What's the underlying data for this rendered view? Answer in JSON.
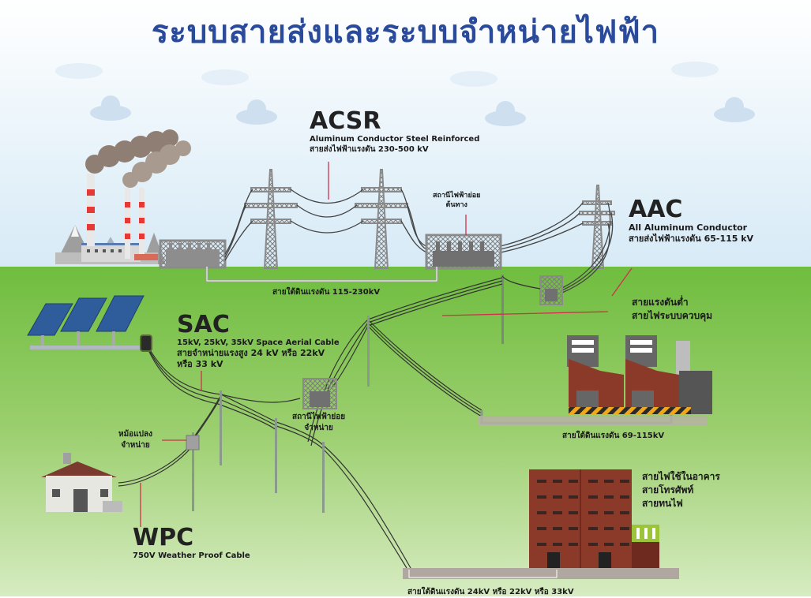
{
  "title": "ระบบสายส่งและระบบจำหน่ายไฟฟ้า",
  "acsr": {
    "code": "ACSR",
    "name": "Aluminum Conductor Steel Reinforced",
    "desc": "สายส่งไฟฟ้าแรงดัน 230-500 kV"
  },
  "substation_origin": {
    "line1": "สถานีไฟฟ้าย่อย",
    "line2": "ต้นทาง"
  },
  "aac": {
    "code": "AAC",
    "name": "All Aluminum Conductor",
    "desc": "สายส่งไฟฟ้าแรงดัน 65-115 kV"
  },
  "underground_high": "สายใต้ดินแรงดัน 115-230kV",
  "low_voltage": {
    "line1": "สายแรงดันต่ำ",
    "line2": "สายไฟระบบควบคุม"
  },
  "sac": {
    "code": "SAC",
    "name": "15kV, 25kV, 35kV Space Aerial Cable",
    "desc1": "สายจำหน่ายแรงสูง 24 kV หรือ 22kV",
    "desc2": "หรือ 33 kV"
  },
  "substation_distribution": {
    "line1": "สถานีไฟฟ้าย่อย",
    "line2": "จำหน่าย"
  },
  "transformer": {
    "line1": "หม้อแปลง",
    "line2": "จำหน่าย"
  },
  "underground_mid": "สายใต้ดินแรงดัน 69-115kV",
  "building_cables": {
    "line1": "สายไฟใช้ในอาคาร",
    "line2": "สายโทรศัพท์",
    "line3": "สายทนไฟ"
  },
  "wpc": {
    "code": "WPC",
    "name": "750V Weather Proof Cable"
  },
  "underground_low": "สายใต้ดินแรงดัน 24kV หรือ 22kV หรือ 33kV",
  "colors": {
    "title": "#2a4a9c",
    "sky_top": "#ffffff",
    "sky_bottom": "#d8ebf7",
    "grass_top": "#78c043",
    "grass_bottom": "#cfe8b4",
    "pointer": "#d0304a",
    "tower": "#8a8a8a",
    "brick": "#8b3a2a"
  }
}
